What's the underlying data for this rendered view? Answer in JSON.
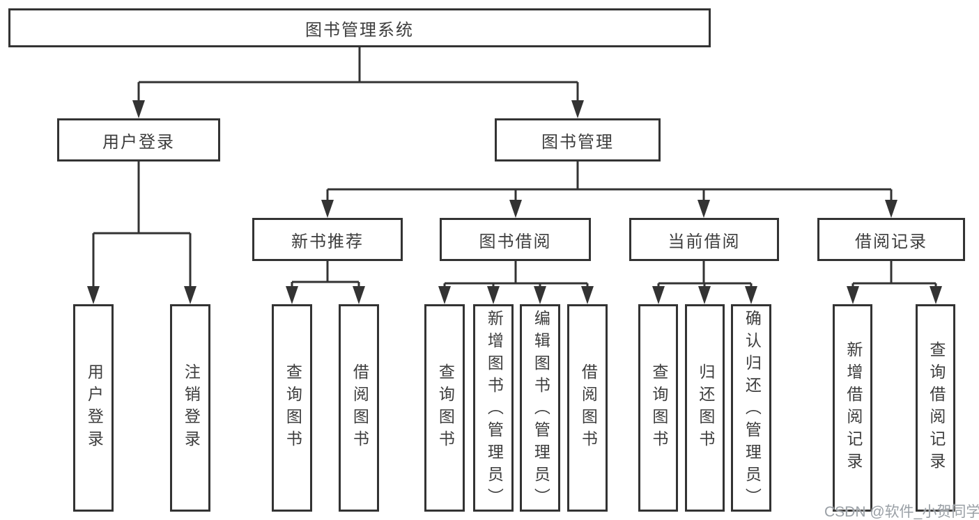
{
  "diagram": {
    "root": {
      "label": "图书管理系统"
    },
    "branches": {
      "user_login": {
        "label": "用户登录",
        "leaves": [
          {
            "label": "用户登录"
          },
          {
            "label": "注销登录"
          }
        ]
      },
      "book_management": {
        "label": "图书管理"
      },
      "new_book": {
        "label": "新书推荐",
        "leaves": [
          {
            "label": "查询图书"
          },
          {
            "label": "借阅图书"
          }
        ]
      },
      "book_borrow": {
        "label": "图书借阅",
        "leaves": [
          {
            "label": "查询图书"
          },
          {
            "label": "新增图书（管理员）"
          },
          {
            "label": "编辑图书（管理员）"
          },
          {
            "label": "借阅图书"
          }
        ]
      },
      "current_borrow": {
        "label": "当前借阅",
        "leaves": [
          {
            "label": "查询图书"
          },
          {
            "label": "归还图书"
          },
          {
            "label": "确认归还（管理员）"
          }
        ]
      },
      "borrow_record": {
        "label": "借阅记录",
        "leaves": [
          {
            "label": "新增借阅记录"
          },
          {
            "label": "查询借阅记录"
          }
        ]
      }
    },
    "watermark": "CSDN @软件_小贺同学",
    "colors": {
      "line": "#333333",
      "text": "#3d3d3d",
      "background": "#ffffff",
      "watermark": "#9aa0a6"
    }
  }
}
